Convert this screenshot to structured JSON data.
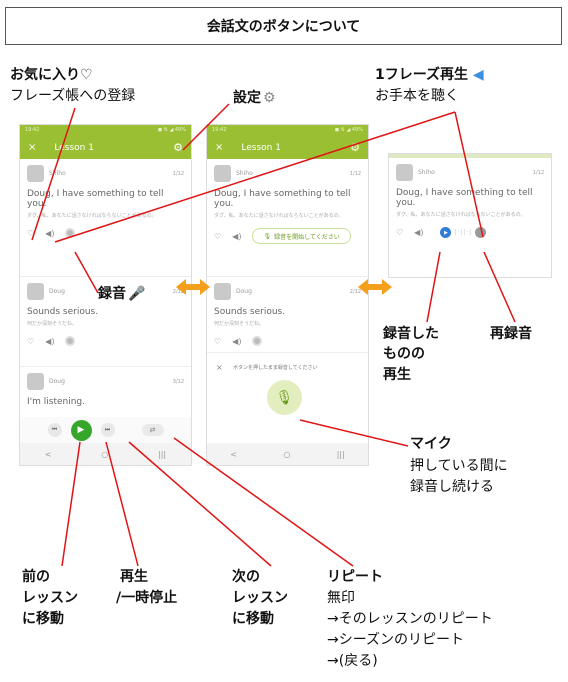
{
  "title": "会話文のボタンについて",
  "labels": {
    "favorite_title": "お気に入り♡",
    "favorite_desc": "フレーズ帳への登録",
    "settings": "設定",
    "phrase_play_title": "1フレーズ再生",
    "phrase_play_desc": "お手本を聴く",
    "record": "録音",
    "recorded_play_1": "録音した",
    "recorded_play_2": "ものの",
    "recorded_play_3": "再生",
    "rerecord": "再録音",
    "mic_title": "マイク",
    "mic_desc_1": "押している間に",
    "mic_desc_2": "録音し続ける",
    "prev_1": "前の",
    "prev_2": "レッスン",
    "prev_3": "に移動",
    "play_1": "再生",
    "play_2": "/一時停止",
    "next_1": "次の",
    "next_2": "レッスン",
    "next_3": "に移動",
    "repeat_title": "リピート",
    "repeat_1": "無印",
    "repeat_2": "→そのレッスンのリピート",
    "repeat_3": "→シーズンのリピート",
    "repeat_4": "→(戻る)"
  },
  "phone": {
    "status_time": "19:42",
    "status_icons": "◼ ⇅ ◢ 49%",
    "lesson_title": "Lesson 1",
    "close": "×",
    "gear": "⚙",
    "messages": [
      {
        "speaker": "Shiho",
        "count": "1/12",
        "en": "Doug, I have something to tell you.",
        "jp": "ダグ、私、あなたに話さなければならないことがあるの。"
      },
      {
        "speaker": "Doug",
        "count": "2/12",
        "en": "Sounds serious.",
        "jp": "何だか深刻そうだね。"
      },
      {
        "speaker": "Doug",
        "count": "3/12",
        "en": "I'm listening.",
        "jp": ""
      }
    ],
    "record_start": "録音を開始してください",
    "hold_to_record": "ボタンを押したまま録音してください",
    "nav_back": "<",
    "nav_home": "○",
    "nav_menu": "|||"
  }
}
